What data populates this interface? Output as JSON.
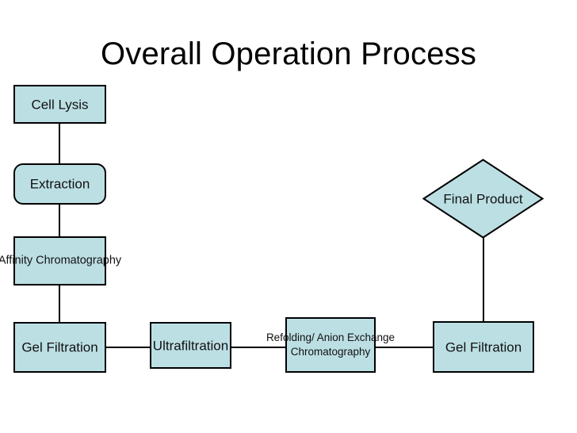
{
  "page": {
    "title": "Overall Operation Process",
    "background_color": "#ffffff",
    "node_fill_color": "#bcdfe4",
    "node_border_color": "#000000",
    "text_color": "#111111"
  },
  "diagram": {
    "type": "flowchart",
    "nodes": [
      {
        "id": "cell-lysis",
        "label": "Cell Lysis",
        "shape": "rectangle"
      },
      {
        "id": "extraction",
        "label": "Extraction",
        "shape": "rounded-rectangle"
      },
      {
        "id": "affinity-chromatography",
        "label": "Affinity Chromatography",
        "shape": "rectangle"
      },
      {
        "id": "gel-filtration-left",
        "label": "Gel Filtration",
        "shape": "rectangle"
      },
      {
        "id": "ultrafiltration",
        "label": "Ultrafiltration",
        "shape": "rectangle"
      },
      {
        "id": "refolding-anion",
        "label": "Refolding/ Anion Exchange Chromatography",
        "shape": "rectangle"
      },
      {
        "id": "gel-filtration-right",
        "label": "Gel Filtration",
        "shape": "rectangle"
      },
      {
        "id": "final-product",
        "label": "Final Product",
        "shape": "diamond"
      }
    ],
    "edges": [
      {
        "from": "cell-lysis",
        "to": "extraction"
      },
      {
        "from": "extraction",
        "to": "affinity-chromatography"
      },
      {
        "from": "affinity-chromatography",
        "to": "gel-filtration-left"
      },
      {
        "from": "gel-filtration-left",
        "to": "ultrafiltration"
      },
      {
        "from": "ultrafiltration",
        "to": "refolding-anion"
      },
      {
        "from": "refolding-anion",
        "to": "gel-filtration-right"
      },
      {
        "from": "gel-filtration-right",
        "to": "final-product"
      }
    ]
  }
}
